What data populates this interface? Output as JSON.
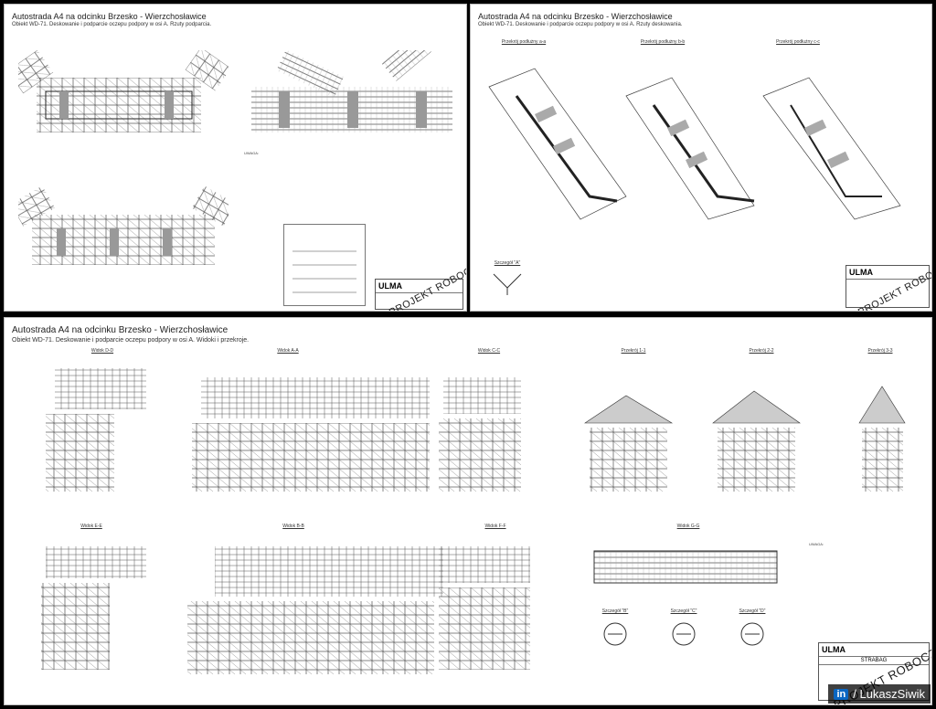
{
  "sheets": [
    {
      "title": "Autostrada A4 na odcinku Brzesko - Wierzchosławice",
      "subtitle": "Obiekt WD-71. Deskowanie i podparcie oczepu podpory w osi A. Rzuty podparcia.",
      "stamp": "PROJEKT ROBOCZY",
      "notes_heading": "UWAGA:"
    },
    {
      "title": "Autostrada A4 na odcinku Brzesko - Wierzchosławice",
      "subtitle": "Obiekt WD-71. Deskowanie i podparcie oczepu podpory w osi A. Rzuty deskowania.",
      "views": [
        "Przekrój podłużny a-a",
        "Przekrój podłużny b-b",
        "Przekrój podłużny c-c",
        "Szczegół \"A\""
      ],
      "stamp": "PROJEKT ROBOCZY"
    },
    {
      "title": "Autostrada A4 na odcinku Brzesko - Wierzchosławice",
      "subtitle": "Obiekt WD-71. Deskowanie i podparcie oczepu podpory w osi A. Widoki i przekroje.",
      "views_top": [
        "Widok D-D",
        "Widok A-A",
        "Widok C-C",
        "Przekrój 1-1",
        "Przekrój 2-2",
        "Przekrój 3-3"
      ],
      "views_bottom": [
        "Widok E-E",
        "Widok B-B",
        "Widok F-F",
        "Widok G-G"
      ],
      "details": [
        "Szczegół \"B\"",
        "Szczegół \"C\"",
        "Szczegół \"D\""
      ],
      "notes_heading": "UWAGA:",
      "title_block": {
        "logo": "ULMA",
        "contractor": "STRABAG"
      },
      "stamp": "PROJEKT ROBOCZY"
    }
  ],
  "watermark": {
    "network": "in",
    "text": "/ LukaszSiwik"
  }
}
